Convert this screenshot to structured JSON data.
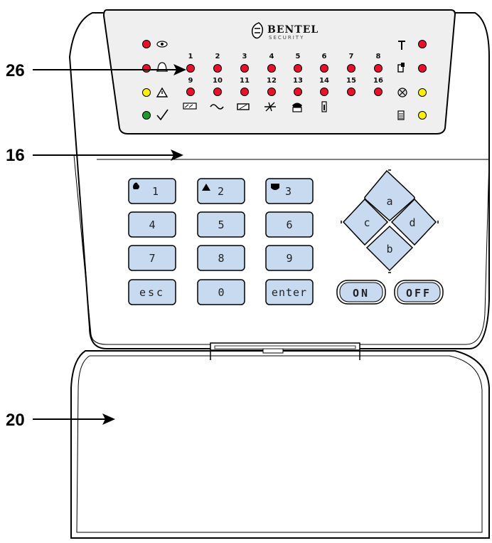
{
  "brand": {
    "name": "BENTEL",
    "sub": "SECURITY"
  },
  "callouts": [
    "26",
    "16",
    "20"
  ],
  "zone_numbers_top": [
    "1",
    "2",
    "3",
    "4",
    "5",
    "6",
    "7",
    "8"
  ],
  "zone_numbers_bottom": [
    "9",
    "10",
    "11",
    "12",
    "13",
    "14",
    "15",
    "16"
  ],
  "keys": {
    "k1": "1",
    "k2": "2",
    "k3": "3",
    "k4": "4",
    "k5": "5",
    "k6": "6",
    "k7": "7",
    "k8": "8",
    "k9": "9",
    "esc": "esc",
    "k0": "0",
    "enter": "enter",
    "on": "ON",
    "off": "OFF"
  },
  "nav": {
    "up": "a",
    "down": "b",
    "left": "c",
    "right": "d"
  },
  "colors": {
    "red": "#e8102a",
    "yellow": "#ffee00",
    "green": "#1a9a2a",
    "key": "#c8daf0"
  }
}
